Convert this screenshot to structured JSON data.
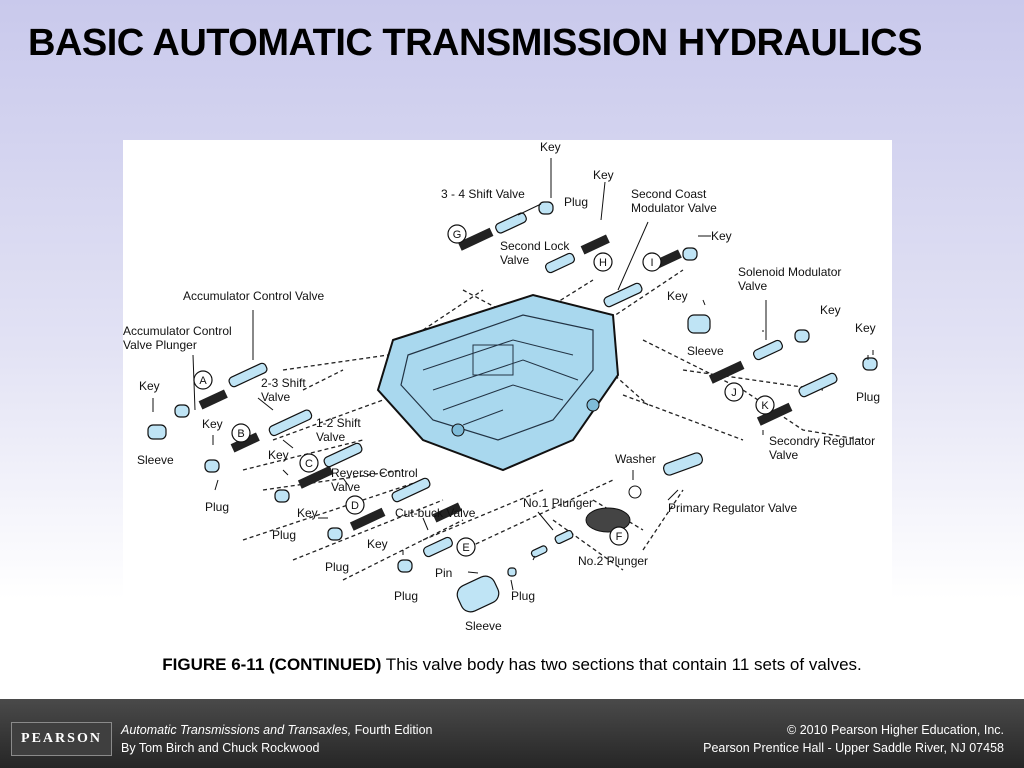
{
  "title": "BASIC AUTOMATIC TRANSMISSION HYDRAULICS",
  "figure": {
    "labels": {
      "key_top": "Key",
      "shift_34": "3 - 4 Shift Valve",
      "plug_top": "Plug",
      "key_top2": "Key",
      "second_coast": "Second Coast",
      "modulator_valve": "Modulator Valve",
      "second_lock": "Second Lock",
      "valve": "Valve",
      "key_i": "Key",
      "accumulator_control_valve": "Accumulator Control Valve",
      "accumulator_control": "Accumulator Control",
      "valve_plunger": "Valve Plunger",
      "solenoid_modulator": "Solenoid Modulator",
      "solenoid_valve": "Valve",
      "key_sleeve": "Key",
      "key_right": "Key",
      "key_far_right": "Key",
      "sleeve_right": "Sleeve",
      "key_left": "Key",
      "sleeve_left": "Sleeve",
      "shift_23": "2-3 Shift",
      "shift_23_valve": "Valve",
      "plug_far_right": "Plug",
      "key_b": "Key",
      "shift_12": "1-2 Shift",
      "shift_12_valve": "Valve",
      "secondary_regulator": "Secondry Regulator",
      "secondary_regulator_valve": "Valve",
      "key_c": "Key",
      "plug_b": "Plug",
      "reverse_control": "Reverse Control",
      "reverse_control_valve": "Valve",
      "washer": "Washer",
      "key_d": "Key",
      "cut_back_valve": "Cut-buck Valve",
      "no1_plunger": "No.1 Plunger",
      "primary_regulator_valve": "Primary Regulator Valve",
      "plug_c": "Plug",
      "key_e": "Key",
      "plug_d": "Plug",
      "no2_plunger": "No.2 Plunger",
      "pin": "Pin",
      "plug_e": "Plug",
      "plug_f": "Plug",
      "sleeve_bottom": "Sleeve"
    },
    "markers": [
      "A",
      "B",
      "C",
      "D",
      "E",
      "F",
      "G",
      "H",
      "I",
      "J",
      "K"
    ]
  },
  "caption": {
    "bold": "FIGURE 6-11 (CONTINUED)",
    "text": " This valve body has two sections that contain 11 sets of valves."
  },
  "footer": {
    "logo": "PEARSON",
    "book_title": "Automatic Transmissions and Transaxles,",
    "edition": " Fourth Edition",
    "authors": "By Tom Birch and Chuck Rockwood",
    "copyright": "© 2010 Pearson Higher Education, Inc.",
    "publisher": "Pearson Prentice Hall - Upper Saddle River, NJ 07458"
  }
}
